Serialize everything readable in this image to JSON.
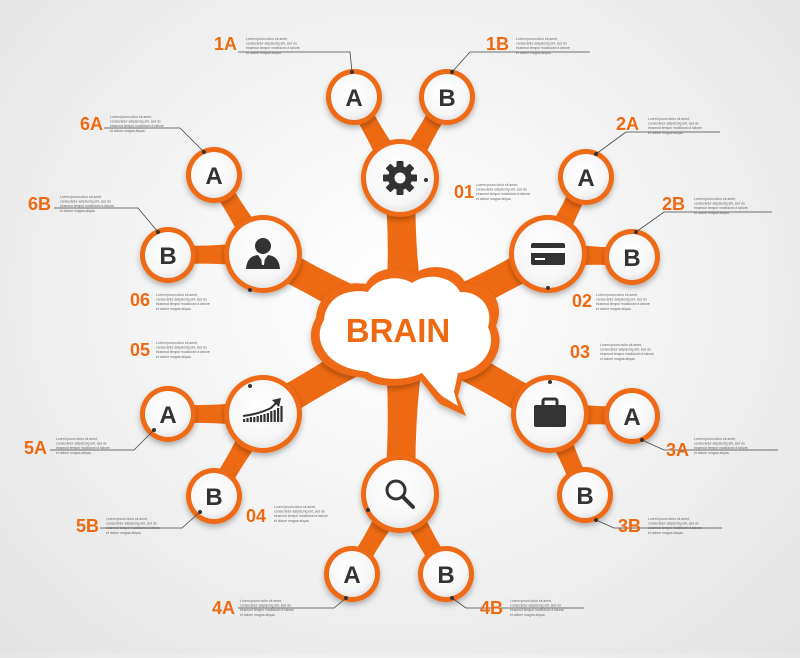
{
  "accent_color": "#ee6a12",
  "center": {
    "label": "BRAIN"
  },
  "placeholder_text": "Lorem ipsum dolor sit amet, consectetur adipiscing elit, sed do eiusmod tempor incididunt ut labore et dolore magna aliqua.",
  "branches": [
    {
      "id": "01",
      "label": "01",
      "icon": "gear-icon",
      "subs": [
        {
          "id": "1A",
          "label": "1A",
          "letter": "A"
        },
        {
          "id": "1B",
          "label": "1B",
          "letter": "B"
        }
      ]
    },
    {
      "id": "02",
      "label": "02",
      "icon": "credit-card-icon",
      "subs": [
        {
          "id": "2A",
          "label": "2A",
          "letter": "A"
        },
        {
          "id": "2B",
          "label": "2B",
          "letter": "B"
        }
      ]
    },
    {
      "id": "03",
      "label": "03",
      "icon": "briefcase-icon",
      "subs": [
        {
          "id": "3A",
          "label": "3A",
          "letter": "A"
        },
        {
          "id": "3B",
          "label": "3B",
          "letter": "B"
        }
      ]
    },
    {
      "id": "04",
      "label": "04",
      "icon": "magnifier-icon",
      "subs": [
        {
          "id": "4A",
          "label": "4A",
          "letter": "A"
        },
        {
          "id": "4B",
          "label": "4B",
          "letter": "B"
        }
      ]
    },
    {
      "id": "05",
      "label": "05",
      "icon": "growth-chart-icon",
      "subs": [
        {
          "id": "5A",
          "label": "5A",
          "letter": "A"
        },
        {
          "id": "5B",
          "label": "5B",
          "letter": "B"
        }
      ]
    },
    {
      "id": "06",
      "label": "06",
      "icon": "user-icon",
      "subs": [
        {
          "id": "6A",
          "label": "6A",
          "letter": "A"
        },
        {
          "id": "6B",
          "label": "6B",
          "letter": "B"
        }
      ]
    }
  ]
}
